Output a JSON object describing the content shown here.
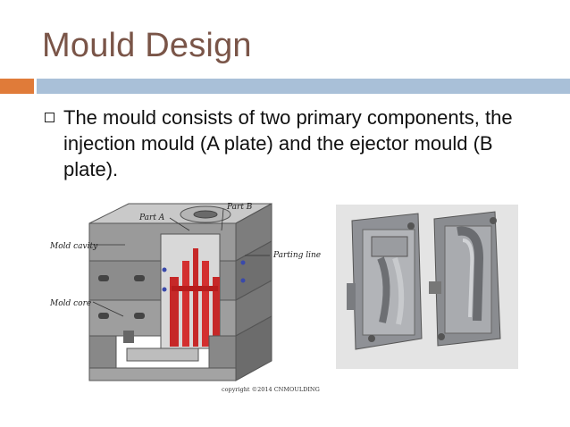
{
  "slide": {
    "title": "Mould Design",
    "accent_colors": {
      "orange": "#e07b39",
      "blue": "#a9c0d8",
      "title": "#7a5548"
    },
    "bullets": [
      {
        "icon": "square-bullet-icon",
        "text": "The mould consists of two primary components, the injection mould (A plate) and the ejector mould (B plate)."
      }
    ]
  },
  "figure_left": {
    "labels": {
      "part_a": "Part A",
      "part_b": "Part B",
      "mold_cavity": "Mold cavity",
      "parting_line": "Parting line",
      "mold_core": "Mold core",
      "copyright": "copyright ©2014 CNMOULDING"
    }
  },
  "figure_right": {
    "icon": "mould-halves-photo"
  }
}
